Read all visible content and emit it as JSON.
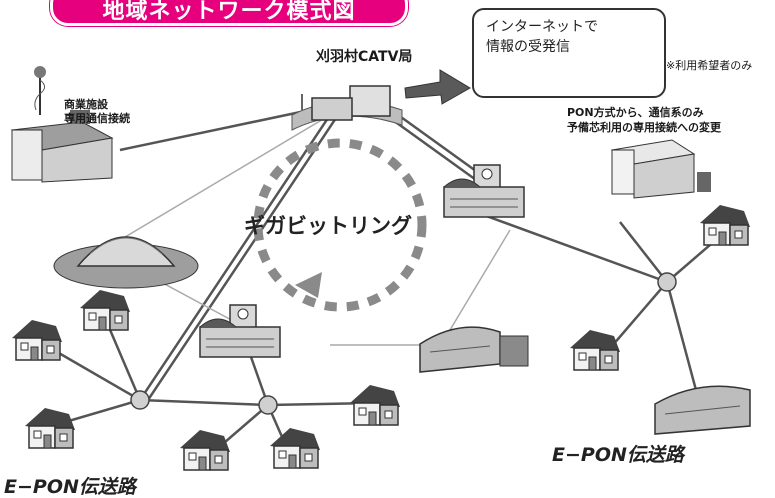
{
  "title": "地域ネットワーク模式図",
  "labels": {
    "catv": "刈羽村CATV局",
    "commercial_line1": "商業施設",
    "commercial_line2": "専用通信接続",
    "internet_line1": "インターネットで",
    "internet_line2": "情報の受発信",
    "applicants_note": "※利用希望者のみ",
    "pon_line1": "PON方式から、通信系のみ",
    "pon_line2": "予備芯利用の専用接続への変更",
    "gigabit_ring": "ギガビットリング",
    "epon_right": "E−PON伝送路",
    "epon_left": "E−PON伝送路"
  },
  "colors": {
    "title_bg": "#e6007e",
    "title_text": "#ffffff",
    "line": "#555555",
    "node": "#cfcfcf",
    "ring": "#8a8a8a"
  },
  "icons": [
    "globe-icon",
    "arrow-icon",
    "tower-icon",
    "house-icon",
    "school-icon",
    "dome-icon"
  ]
}
